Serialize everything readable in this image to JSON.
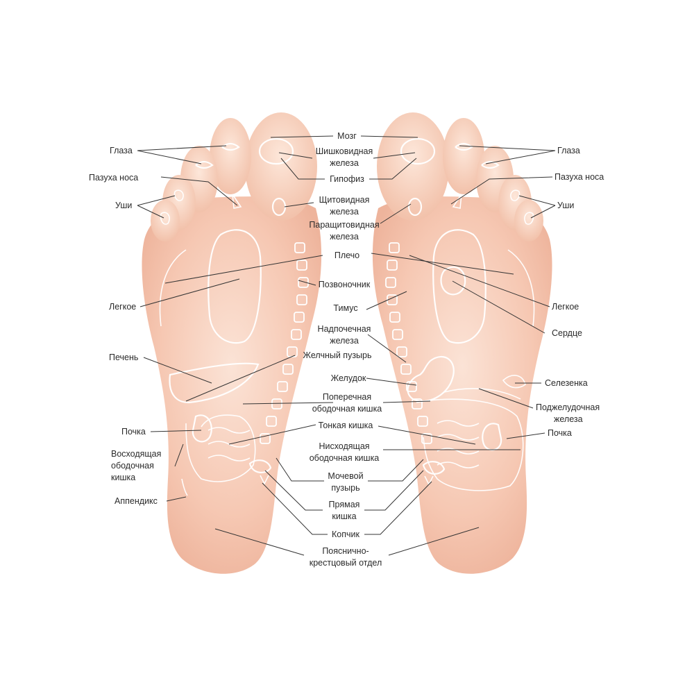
{
  "colors": {
    "skin_light": "#fbe3d6",
    "skin_mid": "#f6c8b3",
    "skin_dark": "#eeb49c",
    "organ_outline": "#ffffff",
    "leader_line": "#333333",
    "label_text": "#2a2a2a"
  },
  "labels": {
    "brain": "Мозг",
    "pineal_1": "Шишковидная",
    "pineal_2": "железа",
    "pituitary": "Гипофиз",
    "thyroid_1": "Щитовидная",
    "thyroid_2": "железа",
    "parathyroid_1": "Паращитовидная",
    "parathyroid_2": "железа",
    "shoulder": "Плечо",
    "spine": "Позвоночник",
    "thymus": "Тимус",
    "adrenal_1": "Надпочечная",
    "adrenal_2": "железа",
    "gallbladder": "Желчный пузырь",
    "stomach": "Желудок",
    "transverse_1": "Поперечная",
    "transverse_2": "ободочная кишка",
    "small_intestine": "Тонкая кишка",
    "descending_1": "Нисходящая",
    "descending_2": "ободочная кишка",
    "bladder_1": "Мочевой",
    "bladder_2": "пузырь",
    "rectum_1": "Прямая",
    "rectum_2": "кишка",
    "coccyx": "Копчик",
    "lumbosacral_1": "Пояснично-",
    "lumbosacral_2": "крестцовый отдел",
    "eyes_left": "Глаза",
    "eyes_right": "Глаза",
    "sinus_left": "Пазуха носа",
    "sinus_right": "Пазуха носа",
    "ears_left": "Уши",
    "ears_right": "Уши",
    "lung_left": "Легкое",
    "lung_right": "Легкое",
    "liver": "Печень",
    "kidney_left": "Почка",
    "kidney_right": "Почка",
    "ascending_1": "Восходящая",
    "ascending_2": "ободочная",
    "ascending_3": "кишка",
    "appendix": "Аппендикс",
    "heart": "Сердце",
    "spleen": "Селезенка",
    "pancreas_1": "Поджелудочная",
    "pancreas_2": "железа"
  }
}
